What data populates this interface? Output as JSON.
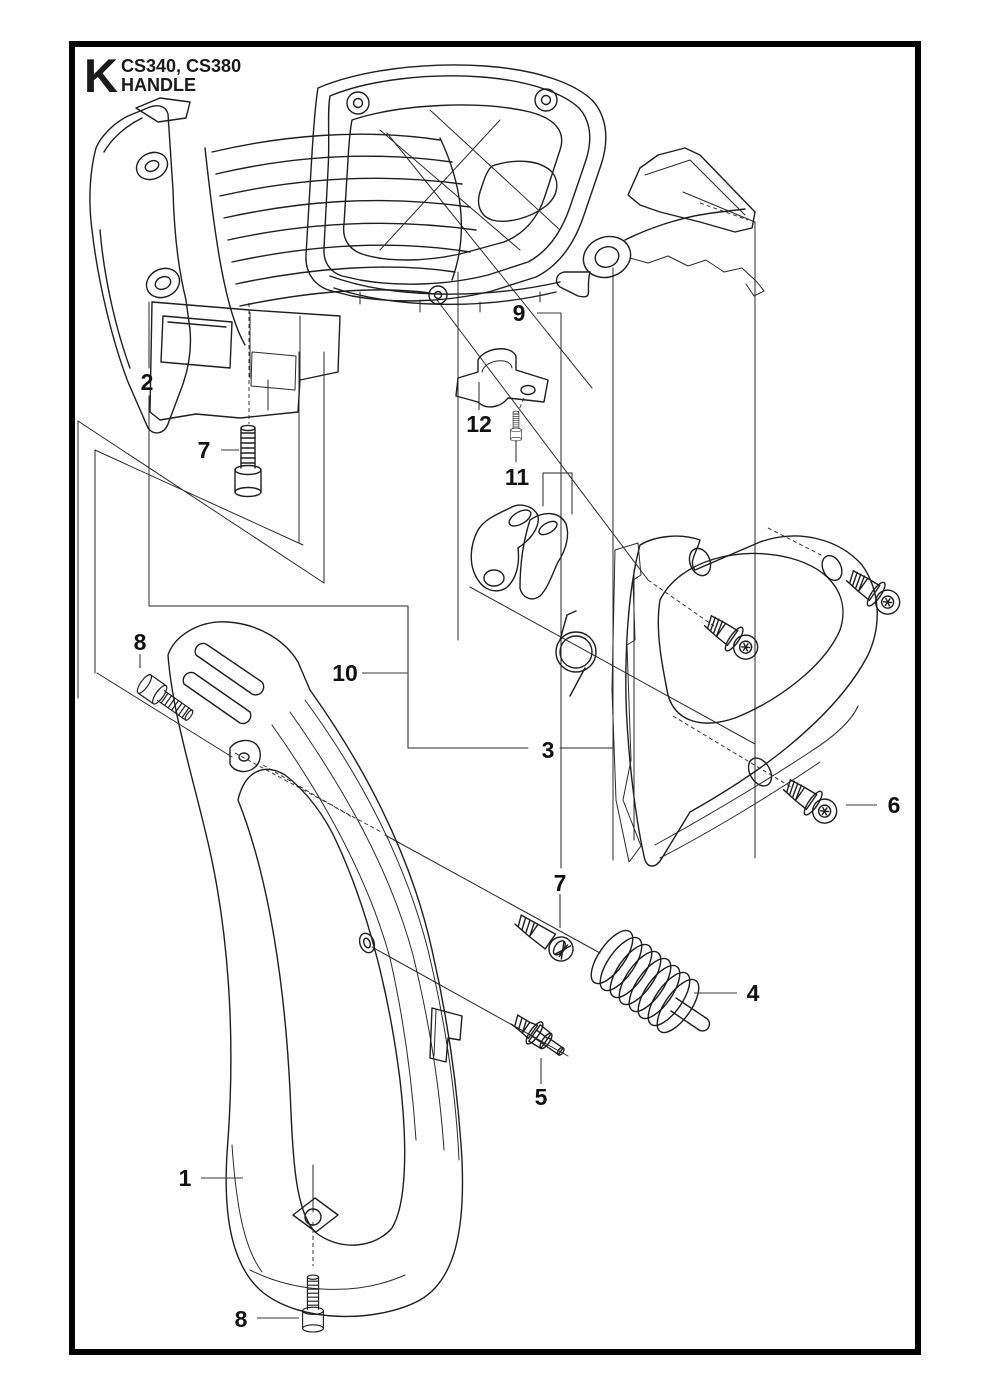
{
  "page": {
    "background": "#ffffff",
    "frame_color": "#000000",
    "line_color": "#1e1e1e"
  },
  "header": {
    "section_letter": "K",
    "models": "CS340, CS380",
    "section_title": "HANDLE"
  },
  "figure": {
    "type": "exploded-parts-diagram",
    "callouts": [
      {
        "id": "part-2",
        "text": "2"
      },
      {
        "id": "part-7-top",
        "text": "7"
      },
      {
        "id": "part-8-left",
        "text": "8"
      },
      {
        "id": "part-10",
        "text": "10"
      },
      {
        "id": "part-3",
        "text": "3"
      },
      {
        "id": "part-9",
        "text": "9"
      },
      {
        "id": "part-12",
        "text": "12"
      },
      {
        "id": "part-11",
        "text": "11"
      },
      {
        "id": "part-6",
        "text": "6"
      },
      {
        "id": "part-7-mid",
        "text": "7"
      },
      {
        "id": "part-4",
        "text": "4"
      },
      {
        "id": "part-5",
        "text": "5"
      },
      {
        "id": "part-1",
        "text": "1"
      },
      {
        "id": "part-8-bottom",
        "text": "8"
      }
    ]
  }
}
